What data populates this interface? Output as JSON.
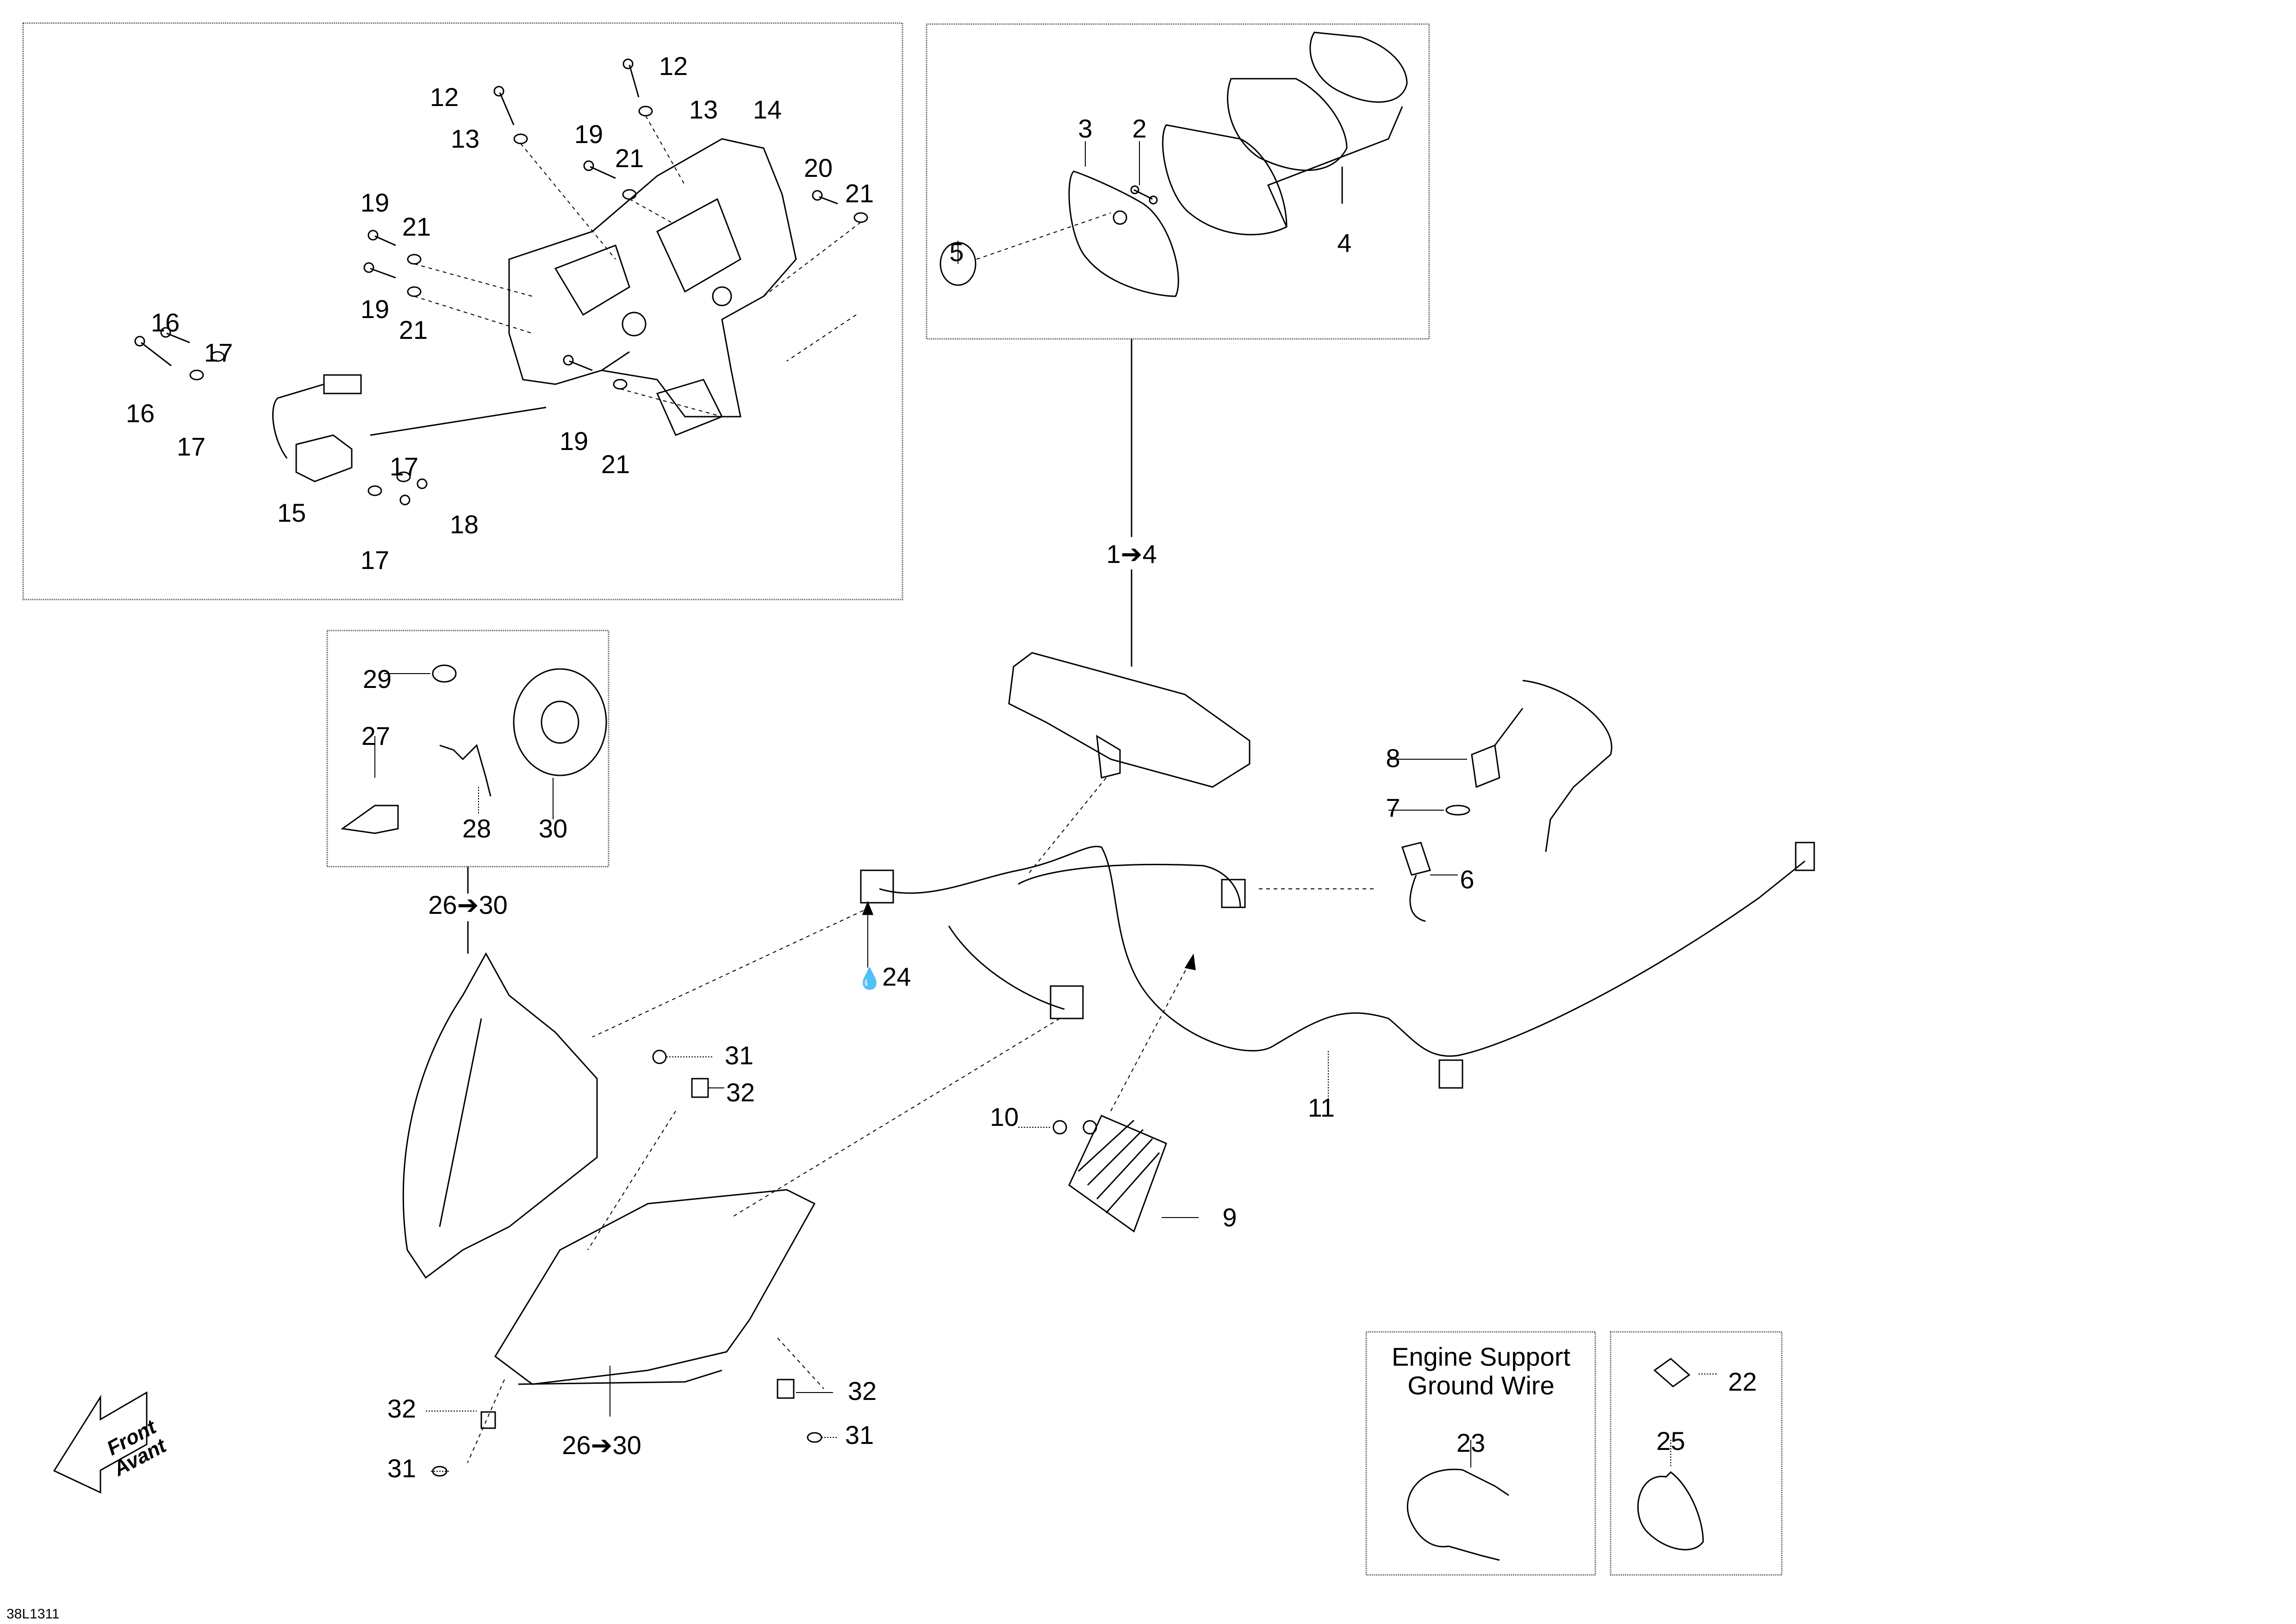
{
  "diagram": {
    "drawing_code": "38L1311",
    "direction_arrow": {
      "line1": "Front",
      "line2": "Avant"
    },
    "panels": {
      "switch_bracket": {
        "callouts": [
          "12",
          "12",
          "13",
          "13",
          "14",
          "19",
          "21",
          "20",
          "21",
          "19",
          "21",
          "19",
          "21",
          "16",
          "17",
          "16",
          "17",
          "15",
          "17",
          "18",
          "17",
          "19",
          "21"
        ]
      },
      "gauge": {
        "callouts": [
          "3",
          "2",
          "5",
          "4"
        ]
      },
      "headlamp_kit": {
        "callouts": [
          "29",
          "27",
          "28",
          "30"
        ]
      },
      "ground_wire": {
        "title_line1": "Engine Support",
        "title_line2": "Ground Wire",
        "callouts": [
          "23"
        ]
      },
      "fuse_tie": {
        "callouts": [
          "22",
          "25"
        ]
      }
    },
    "labels": {
      "l12a": "12",
      "l12b": "12",
      "l13a": "13",
      "l13b": "13",
      "l14": "14",
      "l19a": "19",
      "l21a": "21",
      "l20": "20",
      "l21b": "21",
      "l19b": "19",
      "l21c": "21",
      "l19c": "19",
      "l21d": "21",
      "l16a": "16",
      "l17a": "17",
      "l16b": "16",
      "l17b": "17",
      "l15": "15",
      "l17c": "17",
      "l18": "18",
      "l17d": "17",
      "l19d": "19",
      "l21e": "21",
      "l3": "3",
      "l2": "2",
      "l5": "5",
      "l4": "4",
      "l1to4": "1➔4",
      "l29": "29",
      "l27": "27",
      "l28": "28",
      "l30": "30",
      "l26to30a": "26➔30",
      "l26to30b": "26➔30",
      "l8": "8",
      "l7": "7",
      "l6": "6",
      "l24": "24",
      "l31a": "31",
      "l32a": "32",
      "l10": "10",
      "l11": "11",
      "l9": "9",
      "l32b": "32",
      "l32c": "32",
      "l31b": "31",
      "l31c": "31",
      "l22": "22",
      "l23": "23",
      "l25": "25"
    },
    "icons": {
      "arrow": "➔",
      "drop": "drop-icon"
    }
  }
}
